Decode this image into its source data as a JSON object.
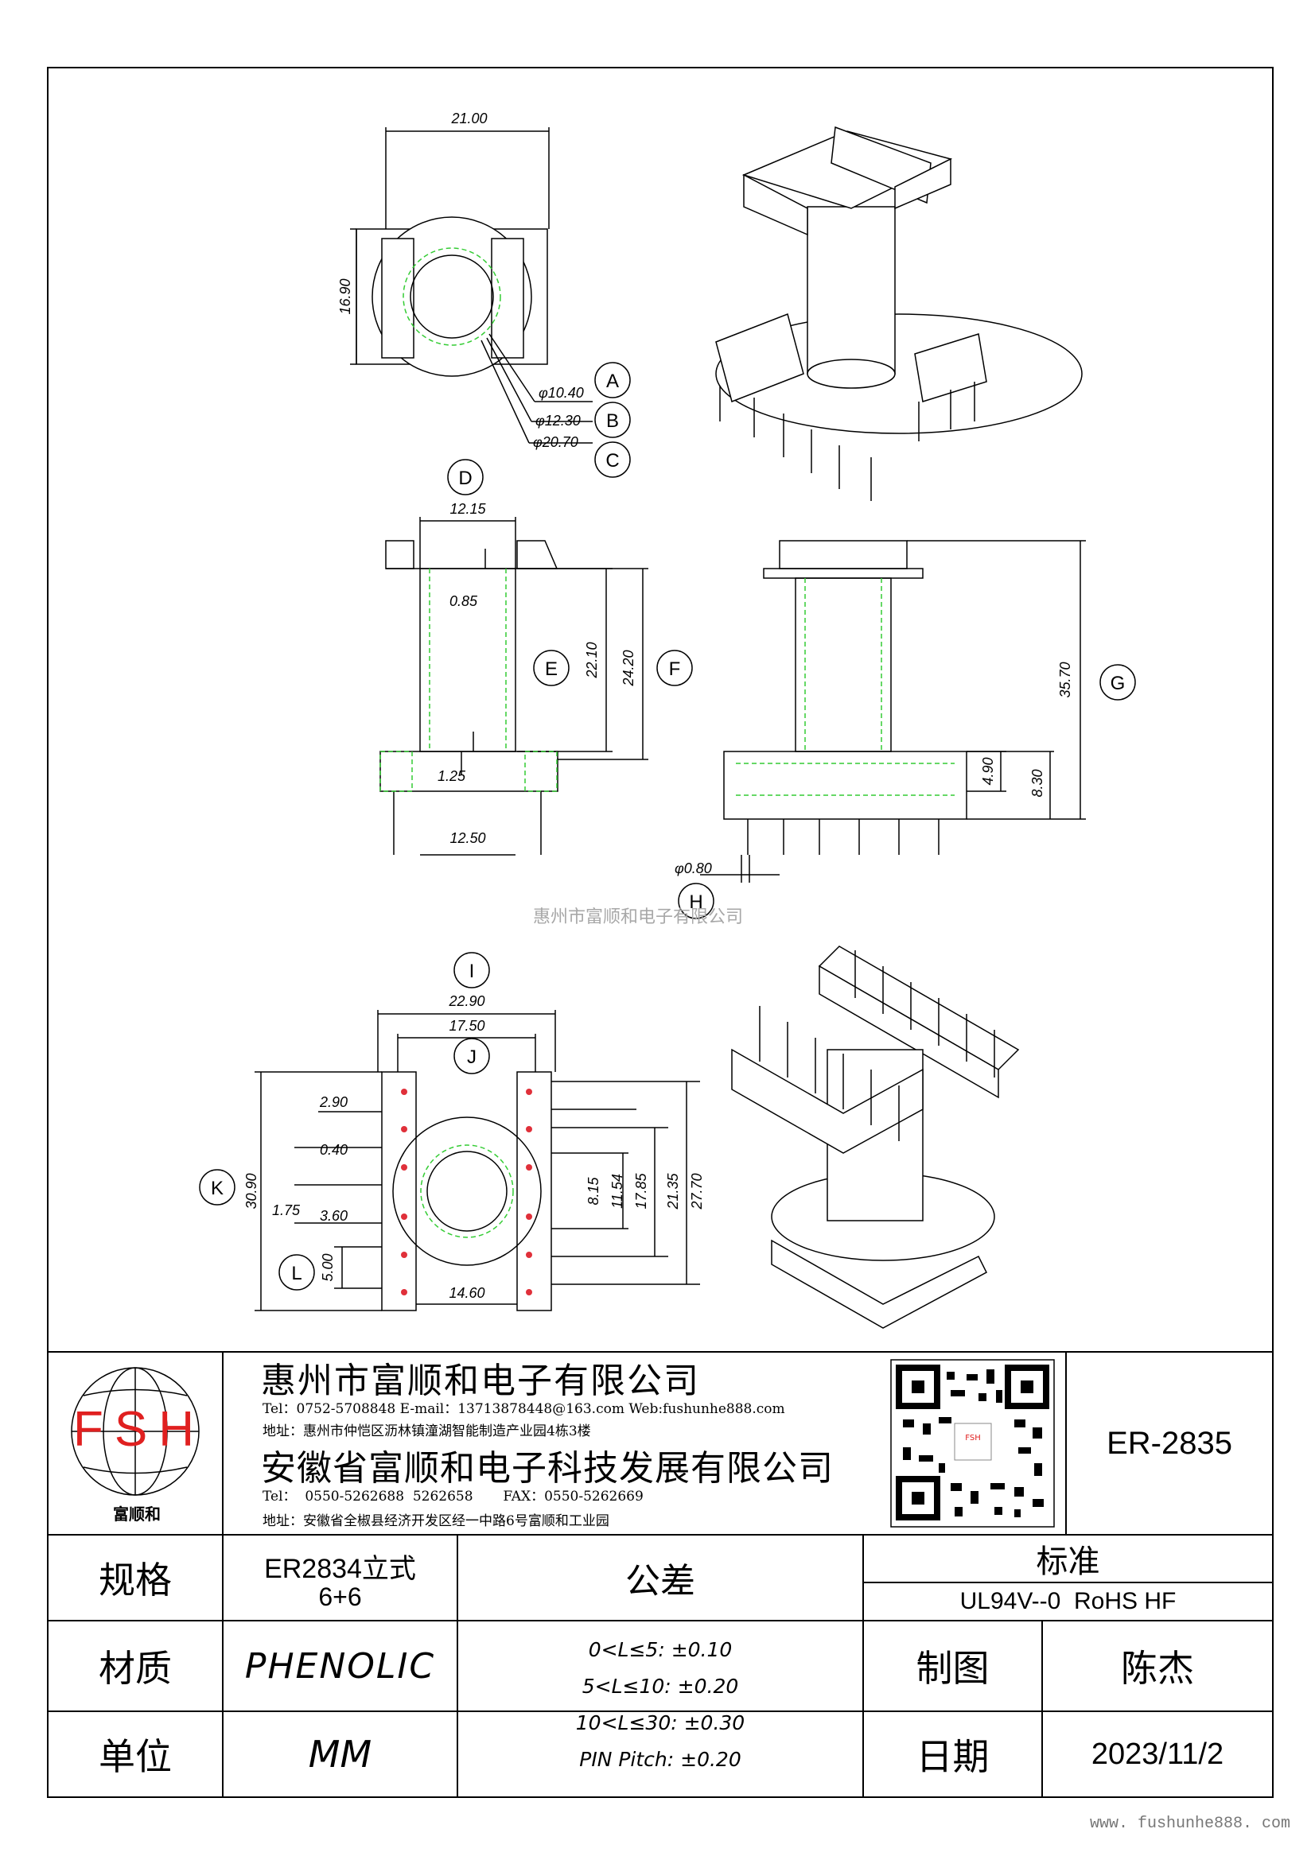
{
  "dims": {
    "top_width": "21.00",
    "top_height": "16.90",
    "dia_a": "φ10.40",
    "dia_b": "φ12.30",
    "dia_c": "φ20.70",
    "front_top_width": "12.15",
    "front_flange": "0.85",
    "front_bottom_flange": "1.25",
    "front_bottom_width": "12.50",
    "front_inner_height": "22.10",
    "front_outer_height": "24.20",
    "side_total_height": "35.70",
    "side_base_4_90": "4.90",
    "side_base_8_30": "8.30",
    "pin_dia": "φ0.80",
    "bottom_outer_width": "22.90",
    "bottom_inner_width": "17.50",
    "pin_slot_2_90": "2.90",
    "pin_slot_0_40": "0.40",
    "pin_offset_1_75": "1.75",
    "pin_slot_3_60": "3.60",
    "pin_pitch_5_00": "5.00",
    "bottom_height_30_90": "30.90",
    "bottom_center_width": "14.60",
    "h_8_15": "8.15",
    "h_11_54": "11.54",
    "h_17_85": "17.85",
    "h_21_35": "21.35",
    "h_27_70": "27.70"
  },
  "callouts": [
    "A",
    "B",
    "C",
    "D",
    "E",
    "F",
    "G",
    "H",
    "I",
    "J",
    "K",
    "L"
  ],
  "watermark": "惠州市富顺和电子有限公司",
  "title_block": {
    "logo_letters": "FSH",
    "logo_caption": "富顺和",
    "company1": "惠州市富顺和电子有限公司",
    "company1_contact": "Tel：0752-5708848  E-mail：13713878448@163.com  Web:fushunhe888.com",
    "company1_address": "地址：惠州市仲恺区沥林镇潼湖智能制造产业园4栋3楼",
    "company2": "安徽省富顺和电子科技发展有限公司",
    "company2_contact": "Tel：  0550-5262688  5262658       FAX：0550-5262669",
    "company2_address": "地址：安徽省全椒县经济开发区经一中路6号富顺和工业园",
    "part_number": "ER-2835",
    "qr_badge": "FSH"
  },
  "spec_table": {
    "spec_label": "规格",
    "spec_value_1": "ER2834立式",
    "spec_value_2": "6+6",
    "tolerance_label": "公差",
    "standard_label": "标准",
    "standard_value": "UL94V--0  RoHS HF",
    "material_label": "材质",
    "material_value": "PHENOLIC",
    "tol_1": "0<L≤5: ±0.10",
    "tol_2": "5<L≤10: ±0.20",
    "tol_3": "10<L≤30: ±0.30",
    "tol_4": "PIN Pitch: ±0.20",
    "drawn_label": "制图",
    "drawn_value": "陈杰",
    "unit_label": "单位",
    "unit_value": "MM",
    "date_label": "日期",
    "date_value": "2023/11/2"
  },
  "footer_url": "www. fushunhe888. com",
  "colors": {
    "line": "#000000",
    "hidden_line": "#33cc33",
    "pin_dot": "#e0303a",
    "logo_red": "#e02020"
  }
}
